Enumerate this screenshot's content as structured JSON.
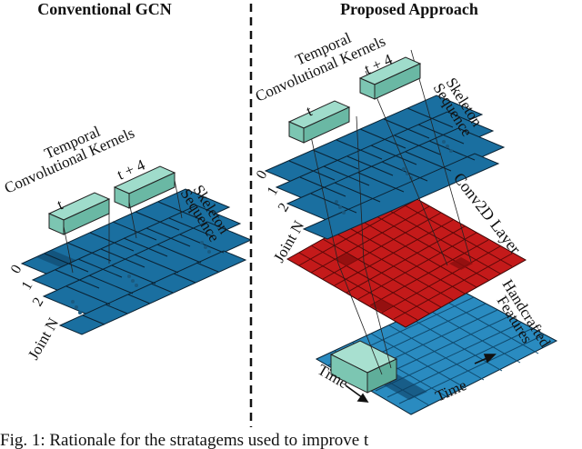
{
  "left_panel": {
    "title": "Conventional GCN",
    "kernels_label_line1": "Temporal",
    "kernels_label_line2": "Convolutional Kernels",
    "kernel_t": "t",
    "kernel_t4": "t + 4",
    "sequence_line1": "Skeleton",
    "sequence_line2": "Sequence",
    "row_0": "0",
    "row_1": "1",
    "row_2": "2",
    "joint_n": "Joint N"
  },
  "right_panel": {
    "title": "Proposed Approach",
    "kernels_label_line1": "Temporal",
    "kernels_label_line2": "Convolutional Kernels",
    "kernel_t": "t",
    "kernel_t4": "t + 4",
    "sequence_line1": "Skeleton",
    "sequence_line2": "Sequence",
    "row_0": "0",
    "row_1": "1",
    "row_2": "2",
    "joint_n": "Joint N",
    "conv_layer": "Conv2D Layer",
    "features_line1": "Handcrafted",
    "features_line2": "Features",
    "time_left": "Time",
    "time_right": "Time"
  },
  "caption": "Fig. 1: Rationale for the stratagems used to improve t",
  "colors": {
    "seq_blue": "#1a6fa0",
    "seq_dark": "#0e3f63",
    "kernel_teal": "#7cc6b2",
    "conv_red": "#c41a1a",
    "conv_dark": "#8a0e0e",
    "feat_blue": "#2a8bc0"
  }
}
